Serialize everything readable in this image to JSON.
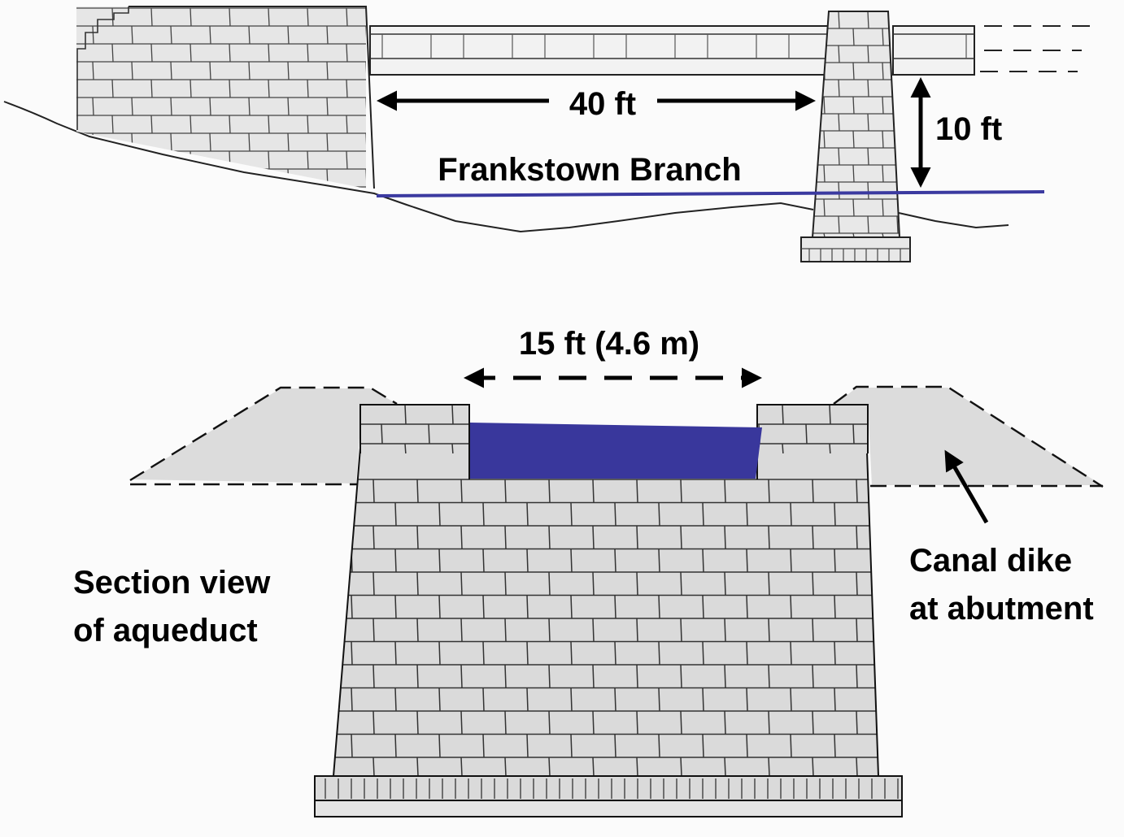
{
  "elevation_view": {
    "span_label": "40 ft",
    "height_label": "10 ft",
    "river_label": "Frankstown Branch"
  },
  "section_view": {
    "width_label": "15 ft (4.6 m)",
    "title_line1": "Section view",
    "title_line2": "of aqueduct",
    "dike_label_line1": "Canal dike",
    "dike_label_line2": "at abutment"
  },
  "colors": {
    "water": "#39379c",
    "masonry": "#dadada",
    "dike": "#d9d9d9",
    "ink": "#111111"
  }
}
